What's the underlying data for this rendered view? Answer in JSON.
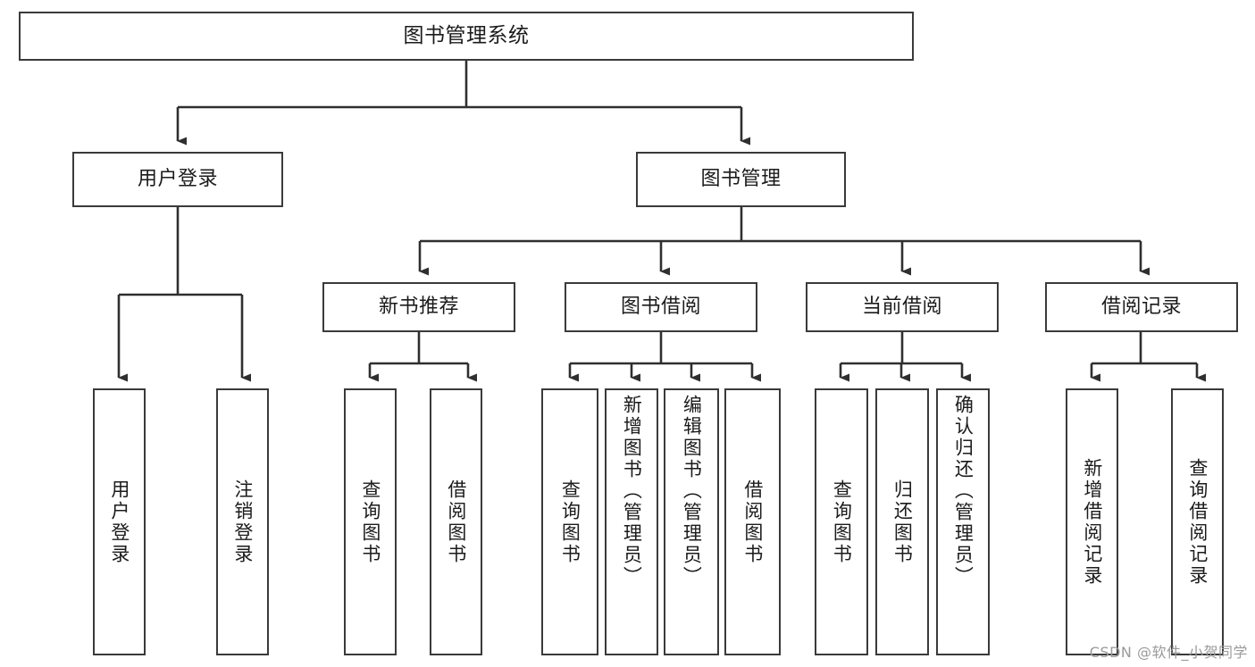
{
  "diagram": {
    "title": "图书管理系统",
    "watermark": "CSDN @软件_小贺同学",
    "line_color": "#3a3a3a",
    "background_color": "#ffffff",
    "text_color": "#1b1b1b",
    "root": {
      "label": "图书管理系统"
    },
    "level2": [
      {
        "label": "用户登录"
      },
      {
        "label": "图书管理"
      }
    ],
    "level3": [
      {
        "label": "新书推荐"
      },
      {
        "label": "图书借阅"
      },
      {
        "label": "当前借阅"
      },
      {
        "label": "借阅记录"
      }
    ],
    "leaves": {
      "user_login": [
        {
          "label": "用户登录"
        },
        {
          "label": "注销登录"
        }
      ],
      "new_book_recommend": [
        {
          "label": "查询图书"
        },
        {
          "label": "借阅图书"
        }
      ],
      "book_borrow": [
        {
          "label": "查询图书"
        },
        {
          "label": "新增图书（管理员）"
        },
        {
          "label": "编辑图书（管理员）"
        },
        {
          "label": "借阅图书"
        }
      ],
      "current_borrow": [
        {
          "label": "查询图书"
        },
        {
          "label": "归还图书"
        },
        {
          "label": "确认归还（管理员）"
        }
      ],
      "borrow_records": [
        {
          "label": "新增借阅记录"
        },
        {
          "label": "查询借阅记录"
        }
      ]
    }
  }
}
